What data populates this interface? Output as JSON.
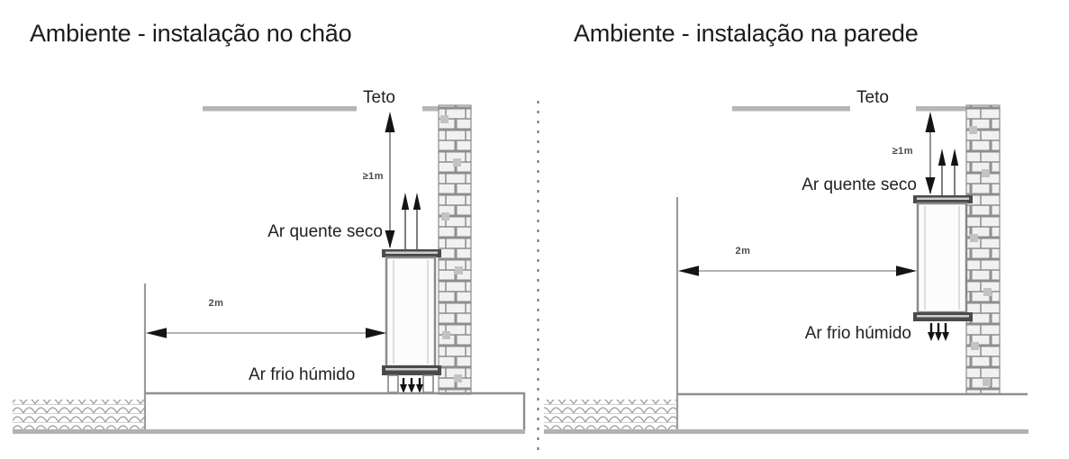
{
  "window": {
    "background": "#ffffff"
  },
  "colors": {
    "title_text": "#1c1c1c",
    "label_text": "#222222",
    "dimension_text": "#4a4a4a",
    "line_gray": "#9a9a9a",
    "ceiling_gray": "#b6b6b6",
    "arrow_black": "#141414",
    "brick_line": "#8d8d8d",
    "floor_gray": "#b2b2b2"
  },
  "diagrams": [
    {
      "id": "floor-installation",
      "title": "Ambiente - instalação no chão",
      "labels": {
        "ceiling": "Teto",
        "hot_air": "Ar quente seco",
        "cold_air": "Ar frio húmido",
        "horizontal_clearance": "2m",
        "vertical_clearance": "≥1m"
      }
    },
    {
      "id": "wall-installation",
      "title": "Ambiente - instalação na parede",
      "labels": {
        "ceiling": "Teto",
        "hot_air": "Ar quente seco",
        "cold_air": "Ar frio húmido",
        "horizontal_clearance": "2m",
        "vertical_clearance": "≥1m"
      }
    }
  ]
}
